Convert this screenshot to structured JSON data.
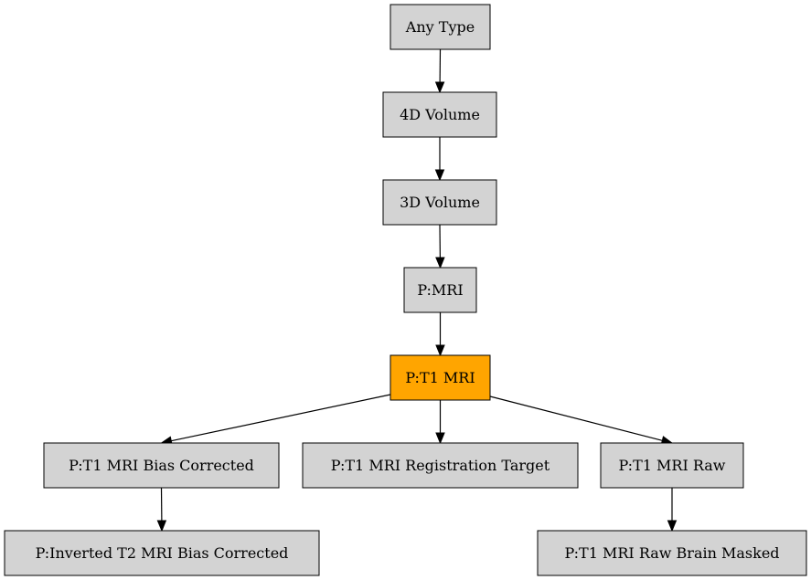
{
  "colors": {
    "node_fill": "#d3d3d3",
    "highlight_fill": "#ffa500",
    "stroke": "#000000"
  },
  "nodes": [
    {
      "id": "any-type",
      "label": "Any Type",
      "highlight": false
    },
    {
      "id": "4d-volume",
      "label": "4D Volume",
      "highlight": false
    },
    {
      "id": "3d-volume",
      "label": "3D Volume",
      "highlight": false
    },
    {
      "id": "p-mri",
      "label": "P:MRI",
      "highlight": false
    },
    {
      "id": "p-t1-mri",
      "label": "P:T1 MRI",
      "highlight": true
    },
    {
      "id": "p-t1-mri-bias-corrected",
      "label": "P:T1 MRI Bias Corrected",
      "highlight": false
    },
    {
      "id": "p-t1-mri-registration-target",
      "label": "P:T1 MRI Registration Target",
      "highlight": false
    },
    {
      "id": "p-t1-mri-raw",
      "label": "P:T1 MRI Raw",
      "highlight": false
    },
    {
      "id": "p-inverted-t2-mri-bias-corrected",
      "label": "P:Inverted T2 MRI Bias Corrected",
      "highlight": false
    },
    {
      "id": "p-t1-mri-raw-brain-masked",
      "label": "P:T1 MRI Raw Brain Masked",
      "highlight": false
    }
  ],
  "edges": [
    {
      "from": "any-type",
      "to": "4d-volume"
    },
    {
      "from": "4d-volume",
      "to": "3d-volume"
    },
    {
      "from": "3d-volume",
      "to": "p-mri"
    },
    {
      "from": "p-mri",
      "to": "p-t1-mri"
    },
    {
      "from": "p-t1-mri",
      "to": "p-t1-mri-bias-corrected"
    },
    {
      "from": "p-t1-mri",
      "to": "p-t1-mri-registration-target"
    },
    {
      "from": "p-t1-mri",
      "to": "p-t1-mri-raw"
    },
    {
      "from": "p-t1-mri-bias-corrected",
      "to": "p-inverted-t2-mri-bias-corrected"
    },
    {
      "from": "p-t1-mri-raw",
      "to": "p-t1-mri-raw-brain-masked"
    }
  ]
}
